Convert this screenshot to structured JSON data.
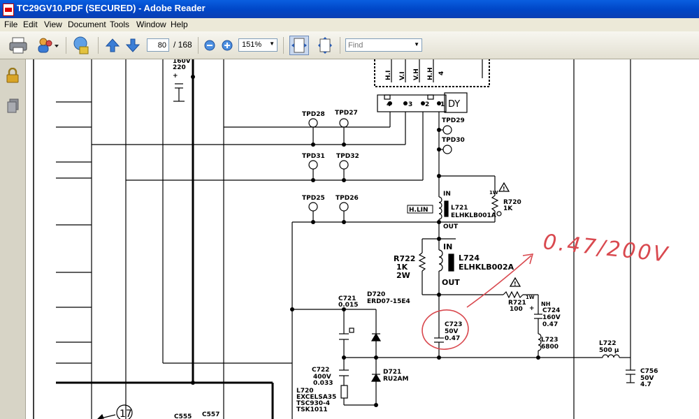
{
  "window": {
    "title": "TC29GV10.PDF (SECURED) - Adobe Reader"
  },
  "menu": [
    "File",
    "Edit",
    "View",
    "Document",
    "Tools",
    "Window",
    "Help"
  ],
  "toolbar": {
    "page_current": "80",
    "page_total": "/ 168",
    "zoom": "151%",
    "find_placeholder": "Find"
  },
  "schematic": {
    "labels": {
      "tpd28": "TPD28",
      "tpd27": "TPD27",
      "tpd31": "TPD31",
      "tpd32": "TPD32",
      "tpd25": "TPD25",
      "tpd26": "TPD26",
      "tpd29": "TPD29",
      "tpd30": "TPD30",
      "dy": "DY",
      "pin4": "4",
      "pin3": "3",
      "pin2": "2",
      "pin1": "1",
      "conn_h1": "H.I",
      "conn_v1": "V.I",
      "conn_vh": "V.H",
      "conn_h2": "H.H",
      "conn_4": "4",
      "in1": "IN",
      "out1": "OUT",
      "hlin": "H.LIN",
      "l721": "L721",
      "l721p": "ELHKLB001A",
      "r720": "R720",
      "r720v": "1K",
      "w1a": "1W",
      "in2": "IN",
      "out2": "OUT",
      "r722": "R722",
      "r722v": "1K",
      "r722w": "2W",
      "l724": "L724",
      "l724p": "ELHKLB002A",
      "r721": "R721",
      "r721v": "100",
      "w1b": "1W",
      "nh": "NH",
      "c724": "C724",
      "c724v": "160V",
      "c724c": "0.47",
      "l723": "L723",
      "l723v": "6800",
      "c723": "C723",
      "c723v": "50V",
      "c723c": "0.47",
      "c721": "C721",
      "c721c": "0.015",
      "d720": "D720",
      "d720p": "ERD07-15E4",
      "c722": "C722",
      "c722v": "400V",
      "c722c": "0.033",
      "d721": "D721",
      "d721p": "RU2AM",
      "l720": "L720",
      "l720a": "EXCELSA35",
      "l720b": "TSC930-4",
      "l720c": "TSK1011",
      "l722": "L722",
      "l722v": "500 µ",
      "c756": "C756",
      "c756v": "50V",
      "c756c": "4.7",
      "c555": "C555",
      "c557": "C557",
      "circ17": "17",
      "top160": "160V",
      "top220": "220"
    },
    "annotation": "0.47/200V"
  }
}
